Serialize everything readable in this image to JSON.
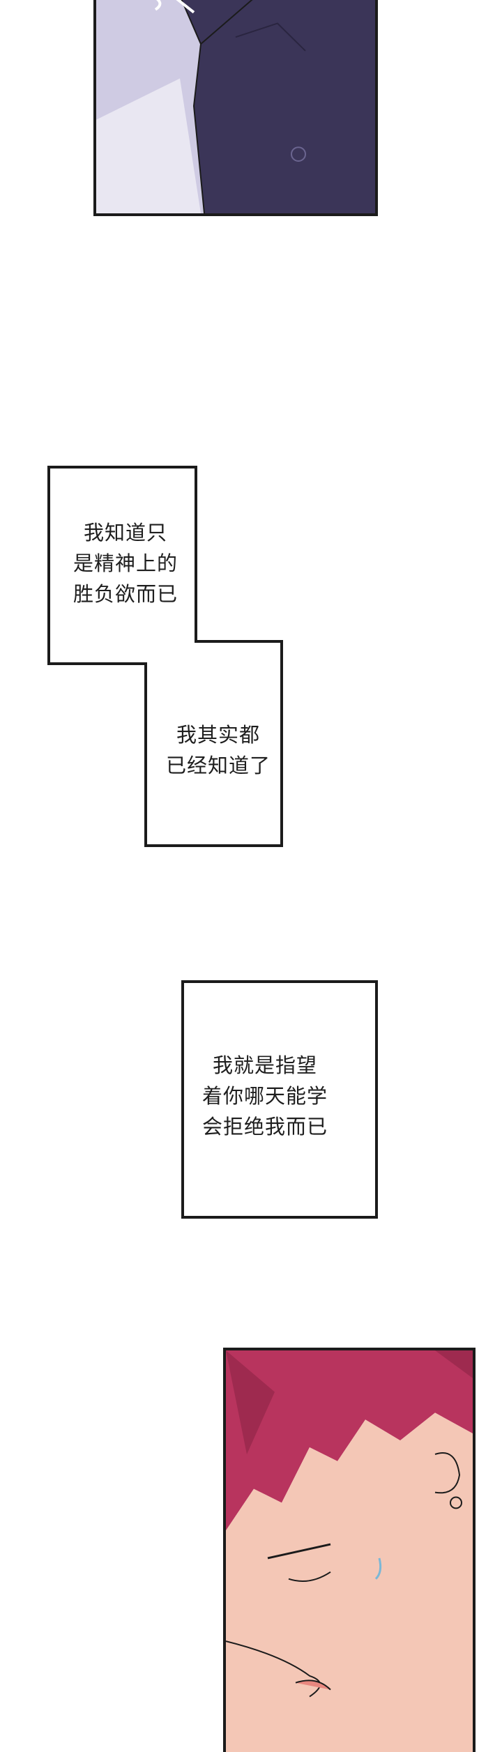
{
  "captions": {
    "first_block": "我知道只\n是精神上的\n胜负欲而已",
    "second_block": "我其实都\n已经知道了",
    "third_block": "我就是指望\n着你哪天能学\n会拒绝我而已"
  },
  "colors": {
    "top_panel_dark": "#3b3558",
    "top_panel_light": "#cfcbe3",
    "hair_red": "#b8345e",
    "skin": "#f4c7b6",
    "border": "#1b1b1b"
  }
}
